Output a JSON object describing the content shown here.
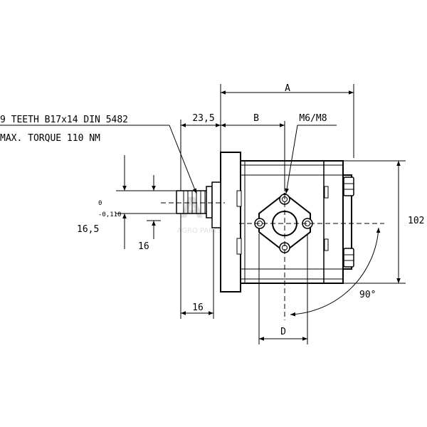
{
  "spec": {
    "teeth": "9 TEETH B17x14 DIN 5482",
    "torque": "MAX. TORQUE 110 NM"
  },
  "dimensions": {
    "a": "A",
    "b": "B",
    "d": "D",
    "port_thread": "M6/M8",
    "shaft_offset": "23,5",
    "height": "102",
    "shaft_tol_upper": "0",
    "shaft_tol_lower": "-0,110",
    "shaft_dia": "16,5",
    "key_width": "16",
    "shaft_length": "16",
    "rotation_angle": "90°"
  },
  "watermark": {
    "logo": "AP3",
    "text": "AGRO PARTS BALTIJA"
  },
  "colors": {
    "line": "#000000",
    "watermark": "#cccccc"
  }
}
